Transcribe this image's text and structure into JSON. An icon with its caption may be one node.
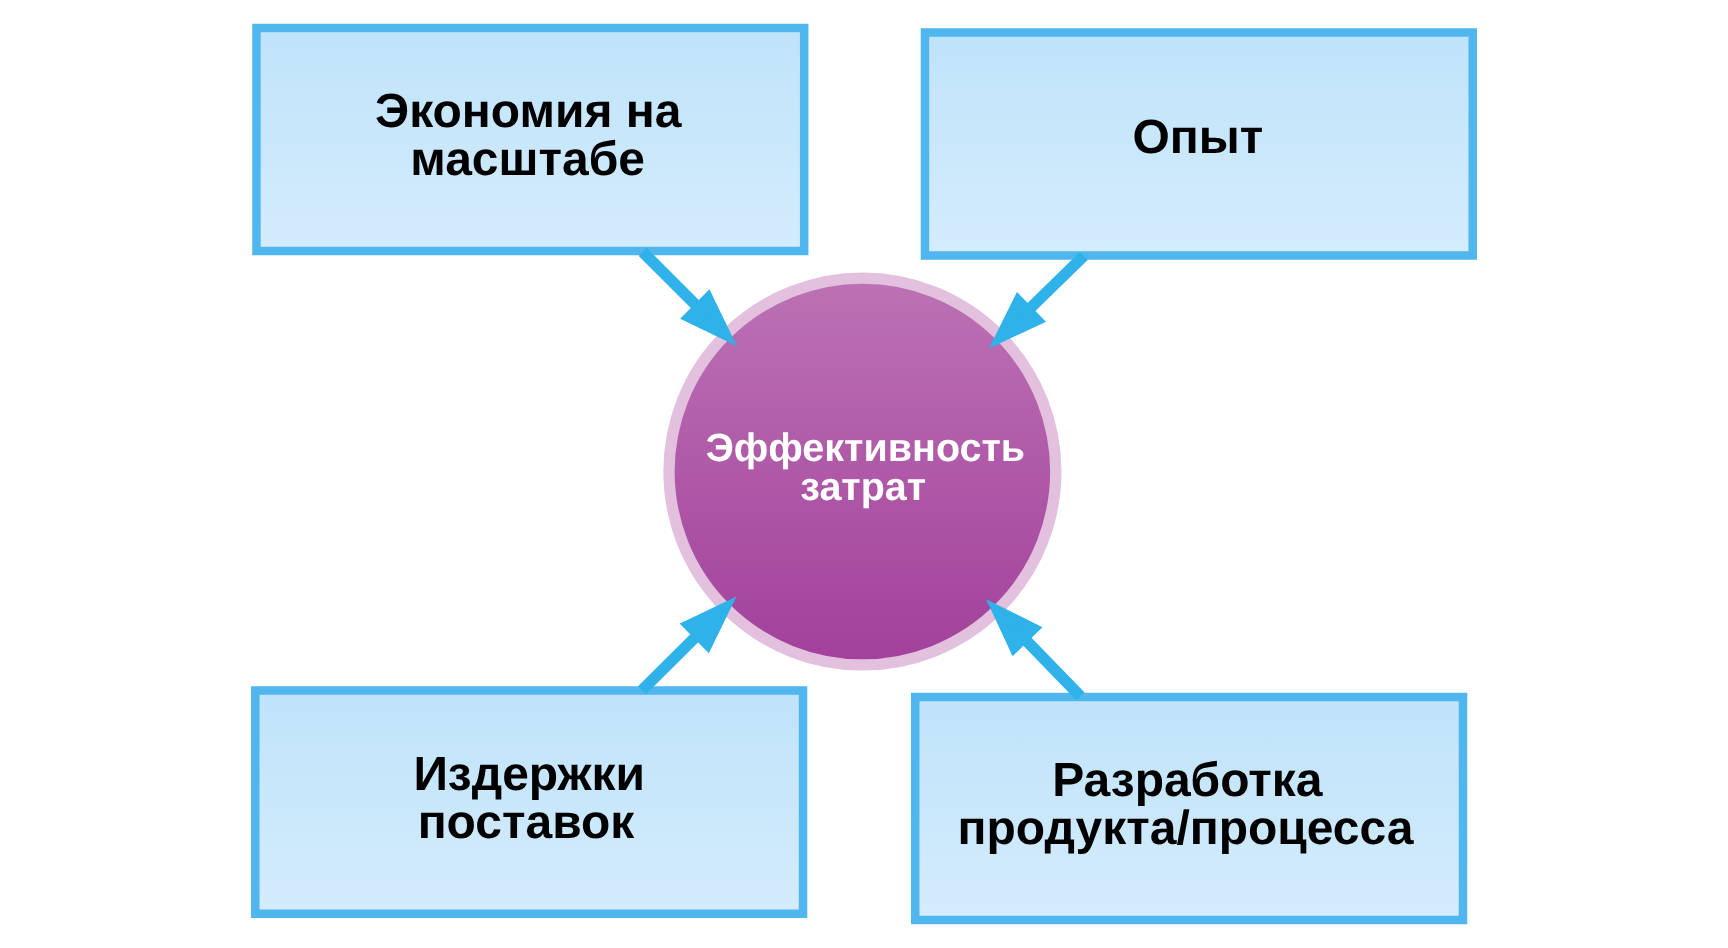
{
  "diagram": {
    "nodes": [
      {
        "text": [
          "Экономия на масштабе"
        ]
      },
      {
        "text": [
          "Опыт"
        ]
      },
      {
        "text": [
          "Издержки поставок"
        ]
      },
      {
        "text": [
          "Разработка продукта/процесса"
        ]
      },
      {
        "text": [
          "Эффективность затрат"
        ]
      }
    ],
    "edges": [
      {
        "from": 0,
        "to": 4,
        "arrow": "to"
      },
      {
        "from": 1,
        "to": 4,
        "arrow": "to"
      },
      {
        "from": 2,
        "to": 4,
        "arrow": "to"
      },
      {
        "from": 3,
        "to": 4,
        "arrow": "to"
      }
    ]
  }
}
